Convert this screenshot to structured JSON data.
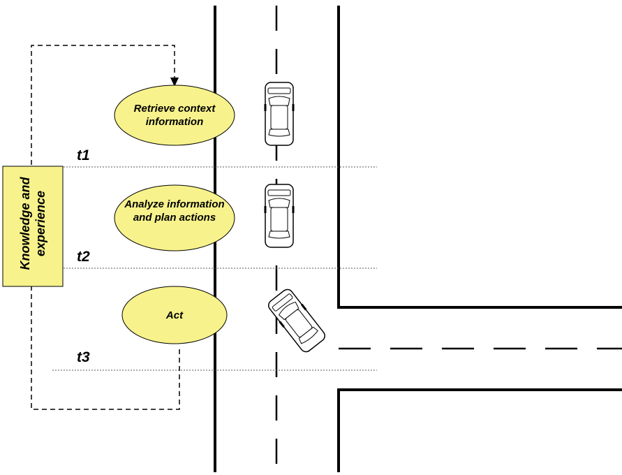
{
  "processes": {
    "retrieve": "Retrieve context information",
    "analyze": "Analyze information and plan actions",
    "act": "Act"
  },
  "knowledge_box": "Knowledge and experience",
  "time_markers": {
    "t1": "t1",
    "t2": "t2",
    "t3": "t3"
  },
  "colors": {
    "ellipse_fill": "#f7f28c",
    "box_fill": "#f7f28c",
    "line": "#000000"
  }
}
